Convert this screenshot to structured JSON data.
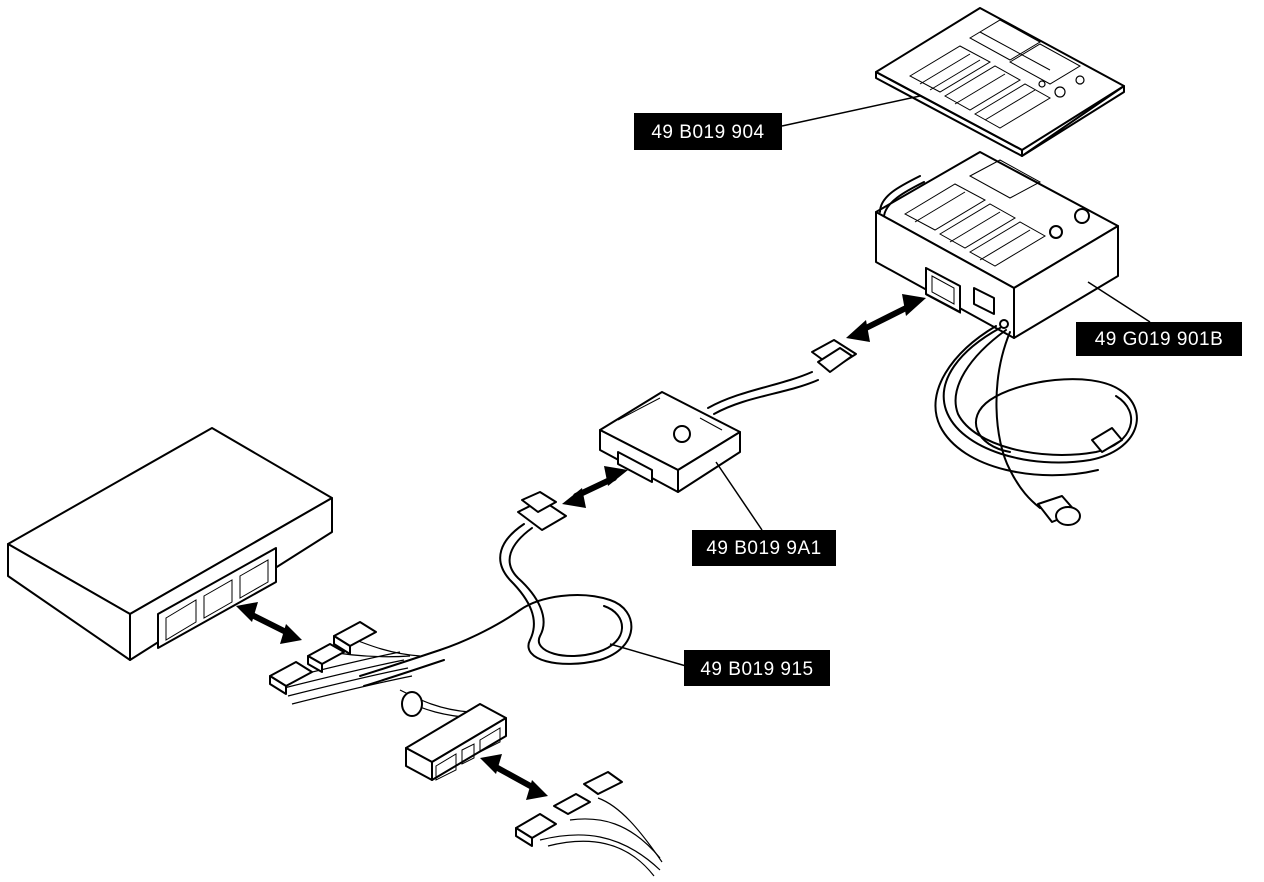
{
  "labels": {
    "panel_overlay": "49 B019 904",
    "tester": "49 G019 901B",
    "selector": "49 B019 9A1",
    "harness": "49 B019 915"
  },
  "colors": {
    "ink": "#000000",
    "background": "#ffffff",
    "label_text": "#ffffff"
  }
}
